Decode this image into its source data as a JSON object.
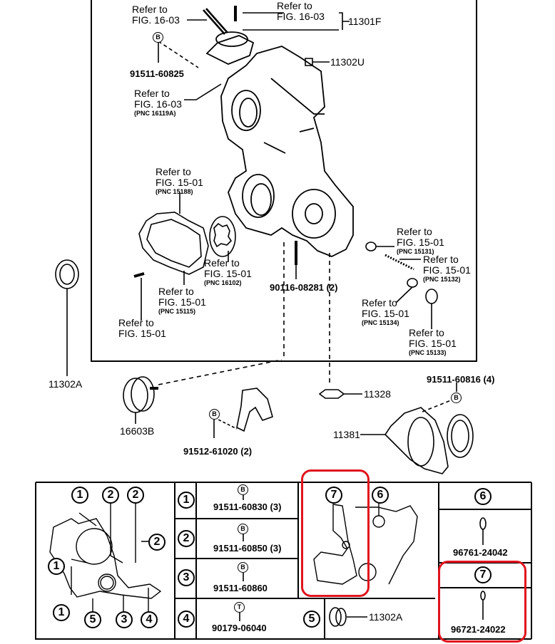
{
  "colors": {
    "ink": "#000000",
    "paper": "#ffffff",
    "highlight": "#e0141e"
  },
  "refs": {
    "top_left": {
      "line1": "Refer to",
      "line2": "FIG. 16-03"
    },
    "top_right": {
      "line1": "Refer to",
      "line2": "FIG. 16-03"
    },
    "mid_left": {
      "line1": "Refer to",
      "line2": "FIG. 16-03",
      "pnc": "(PNC 16119A)"
    },
    "gasket": {
      "line1": "Refer to",
      "line2": "FIG. 15-01",
      "pnc": "(PNC 15188)"
    },
    "rotor": {
      "line1": "Refer to",
      "line2": "FIG. 15-01",
      "pnc": "(PNC 16102)"
    },
    "cover": {
      "line1": "Refer to",
      "line2": "FIG. 15-01",
      "pnc": "(PNC 15115)"
    },
    "screw": {
      "line1": "Refer to",
      "line2": "FIG. 15-01"
    },
    "plug": {
      "line1": "Refer to",
      "line2": "FIG. 15-01",
      "pnc": "(PNC 15131)"
    },
    "spring": {
      "line1": "Refer to",
      "line2": "FIG. 15-01",
      "pnc": "(PNC 15132)"
    },
    "washer": {
      "line1": "Refer to",
      "line2": "FIG. 15-01",
      "pnc": "(PNC 15134)"
    },
    "valve": {
      "line1": "Refer to",
      "line2": "FIG. 15-01",
      "pnc": "(PNC 15133)"
    }
  },
  "parts": {
    "p11301F": "11301F",
    "p11302U": "11302U",
    "p91511_60825": "91511-60825",
    "p90116": "90116-08281 (2)",
    "p11302A": "11302A",
    "p16603B": "16603B",
    "p91512": "91512-61020 (2)",
    "p11328": "11328",
    "p91511_60816": "91511-60816 (4)",
    "p11381": "11381",
    "bolt_mark": "B"
  },
  "legend": {
    "callouts": [
      "1",
      "2",
      "2",
      "2",
      "1",
      "1",
      "5",
      "3",
      "4"
    ],
    "rows": [
      {
        "key": "1",
        "mark": "B",
        "part": "91511-60830 (3)"
      },
      {
        "key": "2",
        "mark": "B",
        "part": "91511-60850 (3)"
      },
      {
        "key": "3",
        "mark": "B",
        "part": "91511-60860"
      },
      {
        "key": "4",
        "mark": "T",
        "part": "90179-06040"
      },
      {
        "key": "5",
        "part": "11302A"
      }
    ],
    "detail_callouts": [
      "7",
      "6"
    ],
    "right": [
      {
        "key": "6",
        "part": "96761-24042"
      },
      {
        "key": "7",
        "part": "96721-24022"
      }
    ]
  }
}
